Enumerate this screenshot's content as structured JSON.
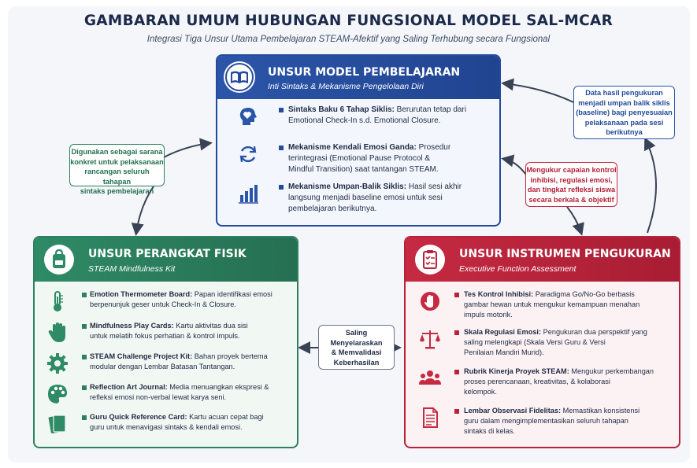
{
  "title": "GAMBARAN UMUM HUBUNGAN FUNGSIONAL MODEL SAL-MCAR",
  "subtitle": "Integrasi Tiga Unsur Utama Pembelajaran STEAM-Afektif yang Saling Terhubung secara Fungsional",
  "colors": {
    "blue": "#2b55a9",
    "green": "#2f8a66",
    "red": "#c52a42"
  },
  "model": {
    "title": "UNSUR MODEL PEMBELAJARAN",
    "subtitle": "Inti Sintaks & Mekanisme Pengelolaan Diri",
    "icon": "open-book-icon",
    "items": [
      {
        "icon": "head-heart-icon",
        "lead": "Sintaks Baku 6 Tahap Siklis:",
        "lines": [
          "Berurutan tetap dari",
          "Emotional Check-In s.d. Emotional Closure."
        ]
      },
      {
        "icon": "refresh-cycle-icon",
        "lead": "Mekanisme Kendali Emosi Ganda:",
        "lines": [
          "Prosedur",
          "terintegrasi (Emotional Pause Protocol &",
          "Mindful Transition) saat tantangan STEAM."
        ]
      },
      {
        "icon": "bar-chart-icon",
        "lead": "Mekanisme Umpan-Balik Siklis:",
        "lines": [
          "Hasil sesi akhir",
          "langsung menjadi baseline emosi untuk sesi",
          "pembelajaran berikutnya."
        ]
      }
    ]
  },
  "fisik": {
    "title": "UNSUR PERANGKAT FISIK",
    "subtitle": "STEAM Mindfulness Kit",
    "icon": "backpack-icon",
    "items": [
      {
        "icon": "thermometer-icon",
        "lead": "Emotion Thermometer Board:",
        "lines": [
          "Papan identifikasi emosi",
          "berpenunjuk geser untuk Check-In & Closure."
        ]
      },
      {
        "icon": "hand-icon",
        "lead": "Mindfulness Play Cards:",
        "lines": [
          "Kartu aktivitas dua sisi",
          "untuk melatih fokus perhatian & kontrol impuls."
        ]
      },
      {
        "icon": "gear-icon",
        "lead": "STEAM Challenge Project Kit:",
        "lines": [
          "Bahan proyek bertema",
          "modular dengan Lembar Batasan Tantangan."
        ]
      },
      {
        "icon": "palette-icon",
        "lead": "Reflection Art Journal:",
        "lines": [
          "Media menuangkan ekspresi &",
          "refleksi emosi non-verbal lewat karya seni."
        ]
      },
      {
        "icon": "book-card-icon",
        "lead": "Guru Quick Reference Card:",
        "lines": [
          "Kartu acuan cepat bagi",
          "guru untuk menavigasi sintaks & kendali emosi."
        ]
      }
    ]
  },
  "instr": {
    "title": "UNSUR INSTRUMEN PENGUKURAN",
    "subtitle": "Executive Function Assessment",
    "icon": "clipboard-checklist-icon",
    "items": [
      {
        "icon": "stop-hand-icon",
        "lead": "Tes Kontrol Inhibisi:",
        "lines": [
          "Paradigma Go/No-Go berbasis",
          "gambar hewan untuk mengukur kemampuan menahan",
          "impuls motorik."
        ]
      },
      {
        "icon": "balance-scale-icon",
        "lead": "Skala Regulasi Emosi:",
        "lines": [
          "Pengukuran dua perspektif yang",
          "saling melengkapi (Skala Versi Guru & Versi",
          "Penilaian Mandiri Murid)."
        ]
      },
      {
        "icon": "group-people-icon",
        "lead": "Rubrik Kinerja Proyek STEAM:",
        "lines": [
          "Mengukur perkembangan",
          "proses perencanaan, kreativitas, & kolaborasi",
          "kelompok."
        ]
      },
      {
        "icon": "document-icon",
        "lead": "Lembar Observasi Fidelitas:",
        "lines": [
          "Memastikan konsistensi",
          "guru dalam mengimplementasikan seluruh tahapan",
          "sintaks di kelas."
        ]
      }
    ]
  },
  "notes": {
    "green": [
      "Digunakan sebagai sarana",
      "konkret untuk pelaksanaan",
      "rancangan seluruh tahapan",
      "sintaks pembelajaran"
    ],
    "blue": [
      "Data hasil pengukuran",
      "menjadi umpan balik siklis",
      "(baseline) bagi penyesuaian",
      "pelaksanaan pada sesi",
      "berikutnya"
    ],
    "red": [
      "Mengukur capaian kontrol",
      "inhibisi, regulasi emosi,",
      "dan tingkat refleksi siswa",
      "secara berkala & objektif"
    ],
    "center": [
      "Saling",
      "Menyelaraskan",
      "& Memvalidasi",
      "Keberhasilan"
    ]
  }
}
